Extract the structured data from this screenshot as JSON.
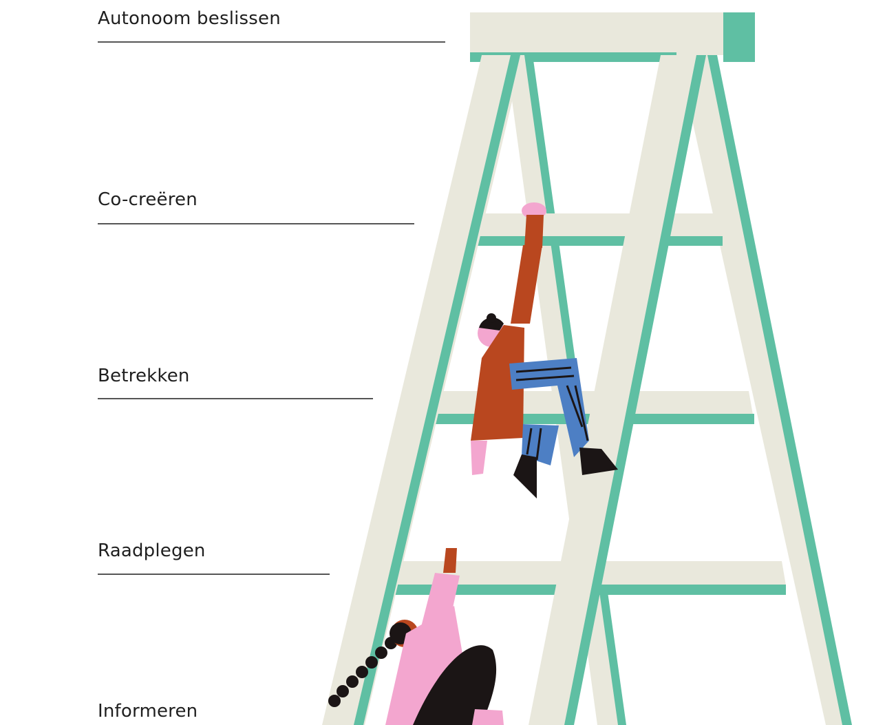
{
  "levels": [
    {
      "label": "Autonoom beslissen"
    },
    {
      "label": "Co-creëren"
    },
    {
      "label": "Betrekken"
    },
    {
      "label": "Raadplegen"
    },
    {
      "label": "Informeren"
    }
  ],
  "colors": {
    "ladder_cream": "#e9e8dc",
    "ladder_teal": "#5fbfa3",
    "rule": "#555555",
    "text": "#1f1f1f",
    "figure_rust": "#b9471f",
    "figure_blue": "#4d7fc4",
    "figure_pink": "#f3a6cf",
    "figure_black": "#1b1515"
  },
  "icons": [
    "stepladder-illustration",
    "climbing-person-icon",
    "climbing-person-icon"
  ]
}
